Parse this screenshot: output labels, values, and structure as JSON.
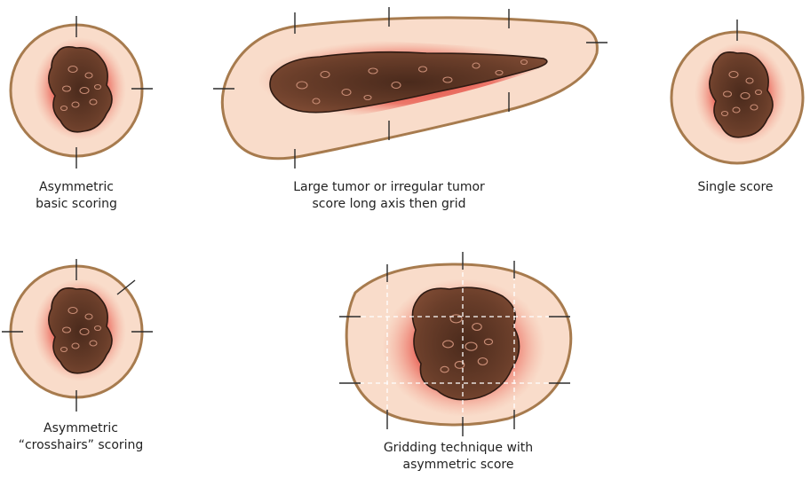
{
  "panels": [
    {
      "caption": [
        "Asymmetric",
        "basic scoring"
      ]
    },
    {
      "caption": [
        "Large tumor or irregular tumor",
        "score long axis then grid"
      ]
    },
    {
      "caption": [
        "Single score"
      ]
    },
    {
      "caption": [
        "Asymmetric",
        "“crosshairs” scoring"
      ]
    },
    {
      "caption": [
        "Gridding technique with",
        "asymmetric score"
      ]
    }
  ],
  "colors": {
    "skin": "#f9dcca",
    "skin_outline": "#a77b4e",
    "inflammation": "#e8564a",
    "tumor": "#5e3625",
    "tumor_outline": "#2e1a12",
    "tick": "#2b2b2b"
  }
}
